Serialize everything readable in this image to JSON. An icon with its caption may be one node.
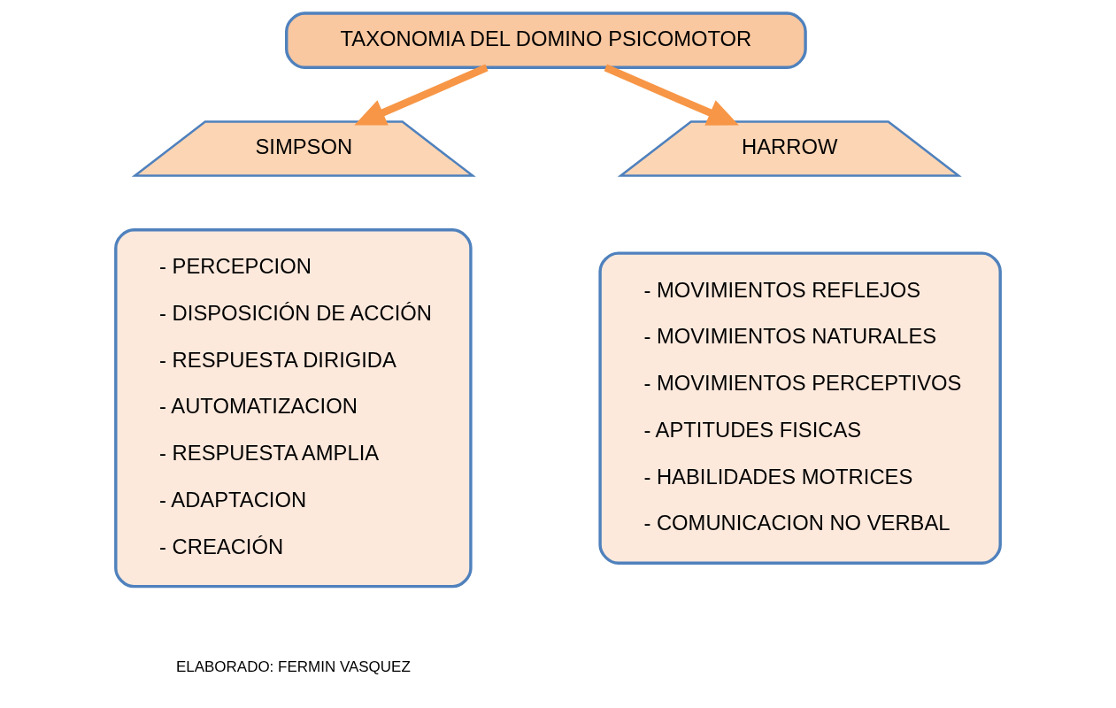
{
  "diagram": {
    "nodes": [
      {
        "text": [
          "TAXONOMIA DEL DOMINO PSICOMOTOR"
        ]
      },
      {
        "text": [
          "SIMPSON"
        ]
      },
      {
        "text": [
          "HARROW"
        ]
      },
      {
        "text": [
          "- PERCEPCION",
          "- DISPOSICIÓN DE ACCIÓN",
          "- RESPUESTA DIRIGIDA",
          "- AUTOMATIZACION",
          "- RESPUESTA AMPLIA",
          "- ADAPTACION",
          "- CREACIÓN"
        ]
      },
      {
        "text": [
          "- MOVIMIENTOS REFLEJOS",
          "- MOVIMIENTOS NATURALES",
          "- MOVIMIENTOS PERCEPTIVOS",
          "- APTITUDES FISICAS",
          "- HABILIDADES MOTRICES",
          "- COMUNICACION NO VERBAL"
        ]
      }
    ],
    "edges": [
      {
        "from": 0,
        "to": 1,
        "arrow": "to"
      },
      {
        "from": 0,
        "to": 2,
        "arrow": "to"
      }
    ],
    "labels": [
      "ELABORADO: FERMIN VASQUEZ"
    ]
  }
}
